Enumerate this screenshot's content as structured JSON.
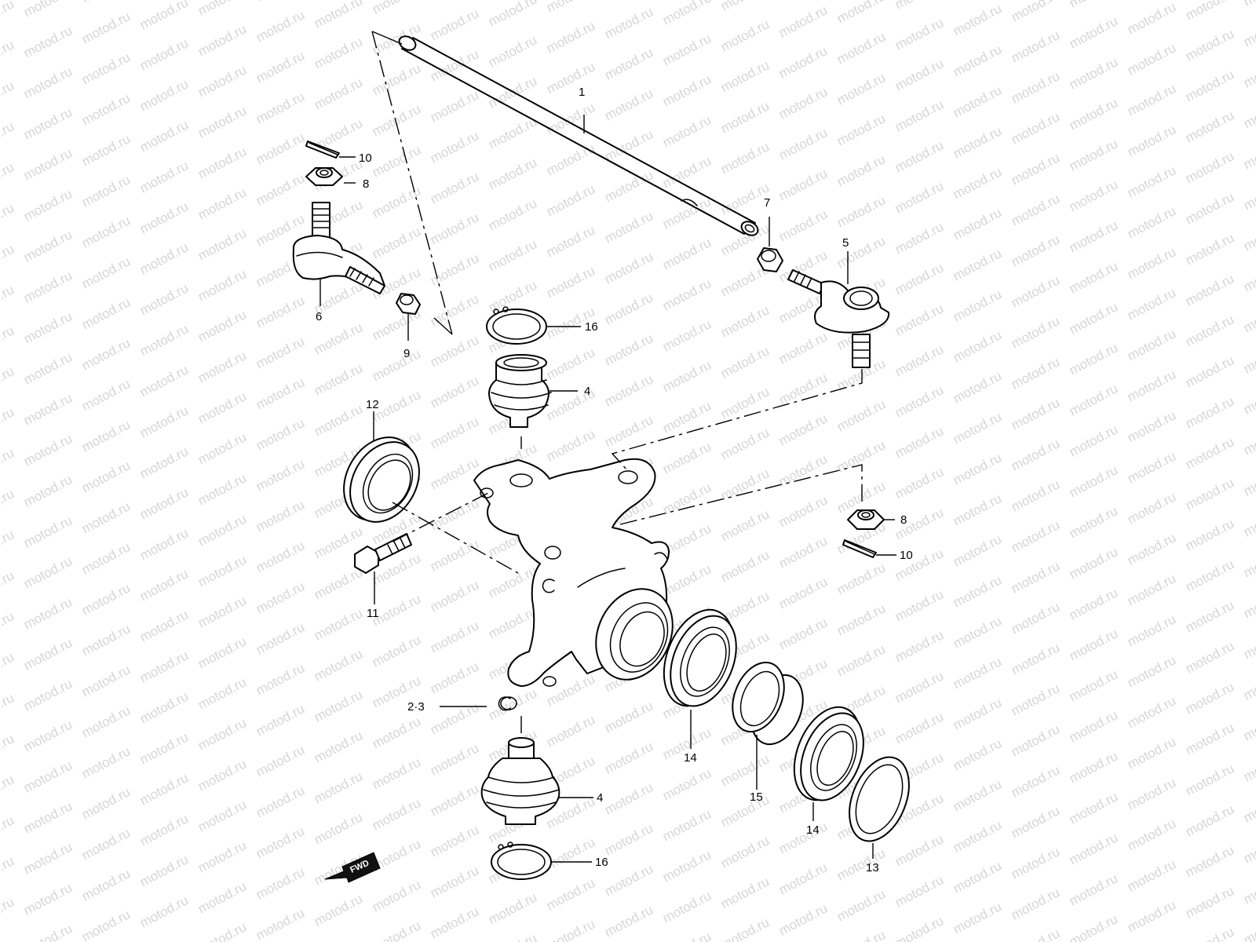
{
  "watermark": "motod.ru",
  "direction_label": "FWD",
  "callouts": {
    "c1": "1",
    "c5": "5",
    "c6": "6",
    "c7": "7",
    "c8a": "8",
    "c8b": "8",
    "c9": "9",
    "c10a": "10",
    "c10b": "10",
    "c11": "11",
    "c12": "12",
    "c13": "13",
    "c14a": "14",
    "c14b": "14",
    "c15": "15",
    "c16a": "16",
    "c16b": "16",
    "c23": "2·3",
    "c4a": "4",
    "c4b": "4"
  }
}
